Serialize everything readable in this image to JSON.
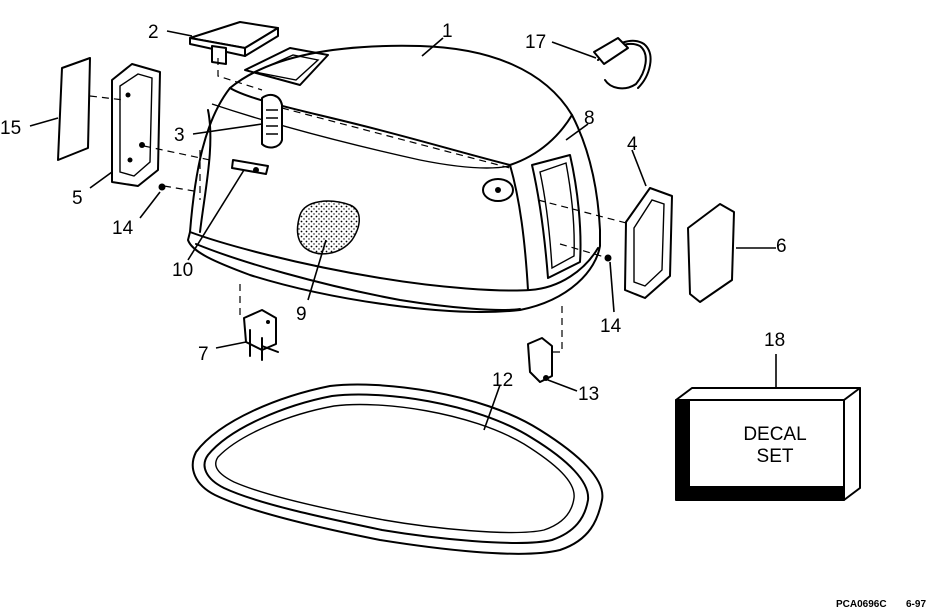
{
  "callouts": {
    "c1": "1",
    "c2": "2",
    "c3": "3",
    "c4": "4",
    "c5": "5",
    "c6": "6",
    "c7": "7",
    "c8": "8",
    "c9": "9",
    "c10": "10",
    "c12": "12",
    "c13": "13",
    "c14a": "14",
    "c14b": "14",
    "c15": "15",
    "c17": "17",
    "c18": "18"
  },
  "decal": {
    "line1": "DECAL",
    "line2": "SET"
  },
  "footer": {
    "code": "PCA0696C",
    "date": "6-97"
  }
}
